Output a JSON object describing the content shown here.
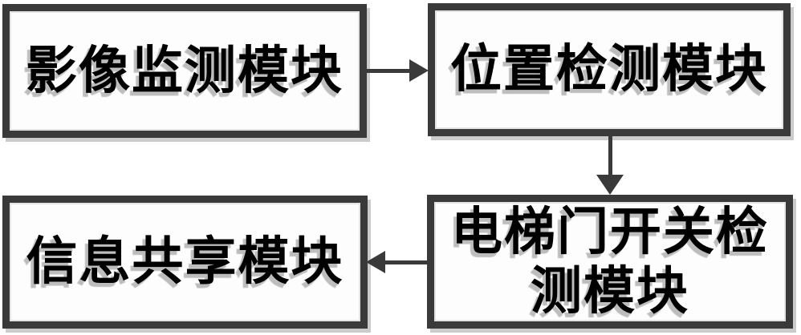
{
  "diagram": {
    "colors": {
      "background": "#ffffff",
      "box_border": "#3a3a3a",
      "box_fill": "#fdfdfd",
      "text": "#000000",
      "text_shadow": "#bdbdbd",
      "box_shadow": "#cbcbcb",
      "arrow": "#3a3a3a"
    },
    "nodes": [
      {
        "id": "image-monitoring",
        "label": "影像监测模块"
      },
      {
        "id": "position-detection",
        "label": "位置检测模块"
      },
      {
        "id": "elevator-door-detection",
        "label": "电梯门开关检\n测模块"
      },
      {
        "id": "info-sharing",
        "label": "信息共享模块"
      }
    ],
    "edges": [
      {
        "from": "image-monitoring",
        "to": "position-detection",
        "direction": "right"
      },
      {
        "from": "position-detection",
        "to": "elevator-door-detection",
        "direction": "down"
      },
      {
        "from": "elevator-door-detection",
        "to": "info-sharing",
        "direction": "left"
      }
    ]
  }
}
